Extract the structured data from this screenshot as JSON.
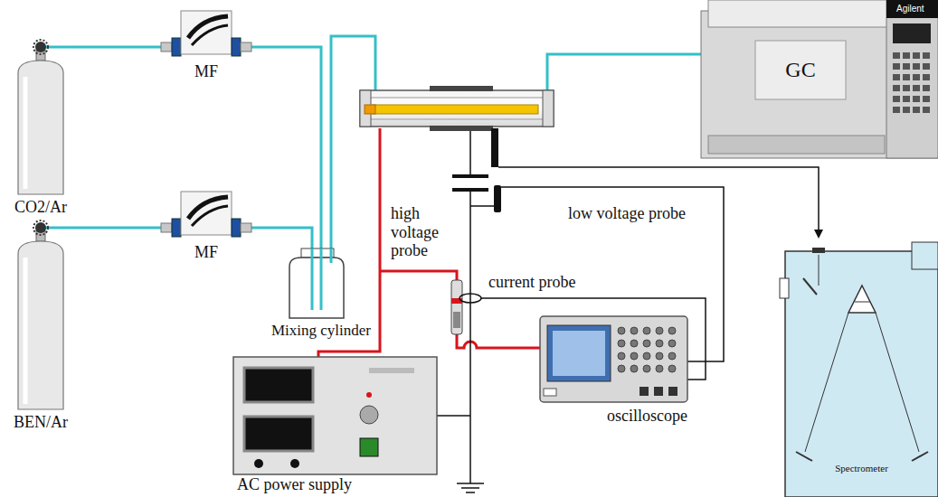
{
  "diagram": {
    "nodes": [
      {
        "text": [
          "CO2/Ar"
        ]
      },
      {
        "text": [
          "MF"
        ]
      },
      {
        "text": [
          "BEN/Ar"
        ]
      },
      {
        "text": [
          "MF"
        ]
      },
      {
        "text": [
          "Mixing cylinder"
        ]
      },
      {
        "text": [
          "GC"
        ]
      },
      {
        "text": [
          "Spectrometer"
        ]
      },
      {
        "text": [
          "oscilloscope"
        ]
      },
      {
        "text": [
          "AC power supply"
        ]
      }
    ],
    "edges": [
      {
        "from": 0,
        "to": 1,
        "arrow": "none"
      },
      {
        "from": 2,
        "to": 3,
        "arrow": "none"
      },
      {
        "from": 1,
        "to": 4,
        "arrow": "none"
      },
      {
        "from": 3,
        "to": 4,
        "arrow": "none"
      }
    ],
    "labels": [
      "Agilent",
      "high voltage probe",
      "low voltage probe",
      "current probe"
    ]
  }
}
